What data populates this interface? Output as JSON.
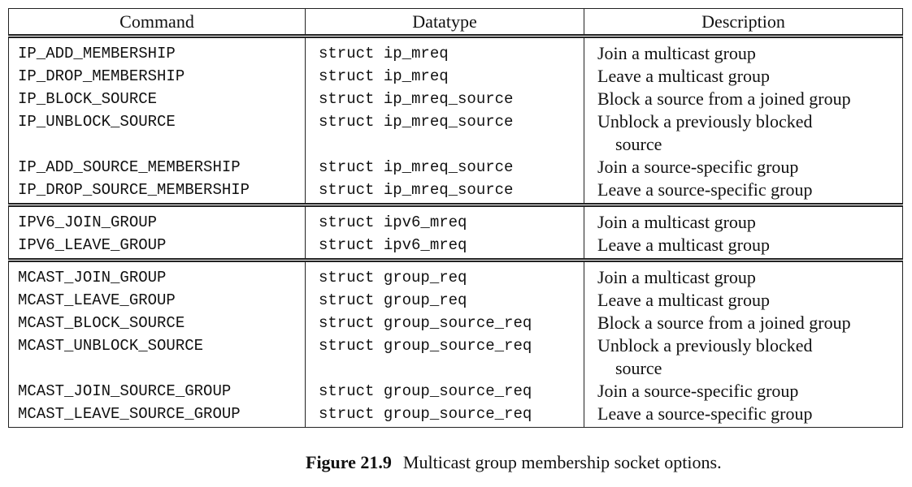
{
  "table": {
    "headers": [
      "Command",
      "Datatype",
      "Description"
    ],
    "sections": [
      [
        {
          "command": "IP_ADD_MEMBERSHIP",
          "datatype": "struct ip_mreq",
          "description": [
            "Join a multicast group"
          ]
        },
        {
          "command": "IP_DROP_MEMBERSHIP",
          "datatype": "struct ip_mreq",
          "description": [
            "Leave a multicast group"
          ]
        },
        {
          "command": "IP_BLOCK_SOURCE",
          "datatype": "struct ip_mreq_source",
          "description": [
            "Block a source from a joined group"
          ]
        },
        {
          "command": "IP_UNBLOCK_SOURCE",
          "datatype": "struct ip_mreq_source",
          "description": [
            "Unblock a previously blocked",
            "source"
          ]
        },
        {
          "command": "IP_ADD_SOURCE_MEMBERSHIP",
          "datatype": "struct ip_mreq_source",
          "description": [
            "Join a source-specific group"
          ]
        },
        {
          "command": "IP_DROP_SOURCE_MEMBERSHIP",
          "datatype": "struct ip_mreq_source",
          "description": [
            "Leave a source-specific group"
          ]
        }
      ],
      [
        {
          "command": "IPV6_JOIN_GROUP",
          "datatype": "struct ipv6_mreq",
          "description": [
            "Join a multicast group"
          ]
        },
        {
          "command": "IPV6_LEAVE_GROUP",
          "datatype": "struct ipv6_mreq",
          "description": [
            "Leave a multicast group"
          ]
        }
      ],
      [
        {
          "command": "MCAST_JOIN_GROUP",
          "datatype": "struct group_req",
          "description": [
            "Join a multicast group"
          ]
        },
        {
          "command": "MCAST_LEAVE_GROUP",
          "datatype": "struct group_req",
          "description": [
            "Leave a multicast group"
          ]
        },
        {
          "command": "MCAST_BLOCK_SOURCE",
          "datatype": "struct group_source_req",
          "description": [
            "Block a source from a joined group"
          ]
        },
        {
          "command": "MCAST_UNBLOCK_SOURCE",
          "datatype": "struct group_source_req",
          "description": [
            "Unblock a previously blocked",
            "source"
          ]
        },
        {
          "command": "MCAST_JOIN_SOURCE_GROUP",
          "datatype": "struct group_source_req",
          "description": [
            "Join a source-specific group"
          ]
        },
        {
          "command": "MCAST_LEAVE_SOURCE_GROUP",
          "datatype": "struct group_source_req",
          "description": [
            "Leave a source-specific group"
          ]
        }
      ]
    ]
  },
  "caption": {
    "label": "Figure 21.9",
    "text": "Multicast group membership socket options."
  }
}
